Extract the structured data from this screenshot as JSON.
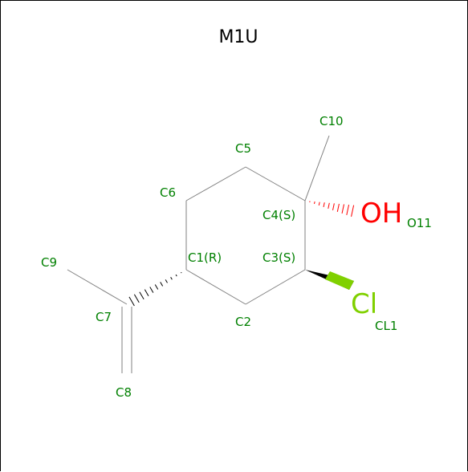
{
  "title": "M1U",
  "colors": {
    "bond": "#808080",
    "carbon_label": "#008000",
    "oxygen": "#ff0000",
    "chlorine": "#80d000",
    "frame": "#000000"
  },
  "atoms": {
    "C1": "C1(R)",
    "C2": "C2",
    "C3": "C3(S)",
    "C4": "C4(S)",
    "C5": "C5",
    "C6": "C6",
    "C7": "C7",
    "C8": "C8",
    "C9": "C9",
    "C10": "C10"
  },
  "oxygen": {
    "symbol": "OH",
    "id": "O11"
  },
  "chlorine": {
    "symbol": "Cl",
    "id": "CL1"
  }
}
